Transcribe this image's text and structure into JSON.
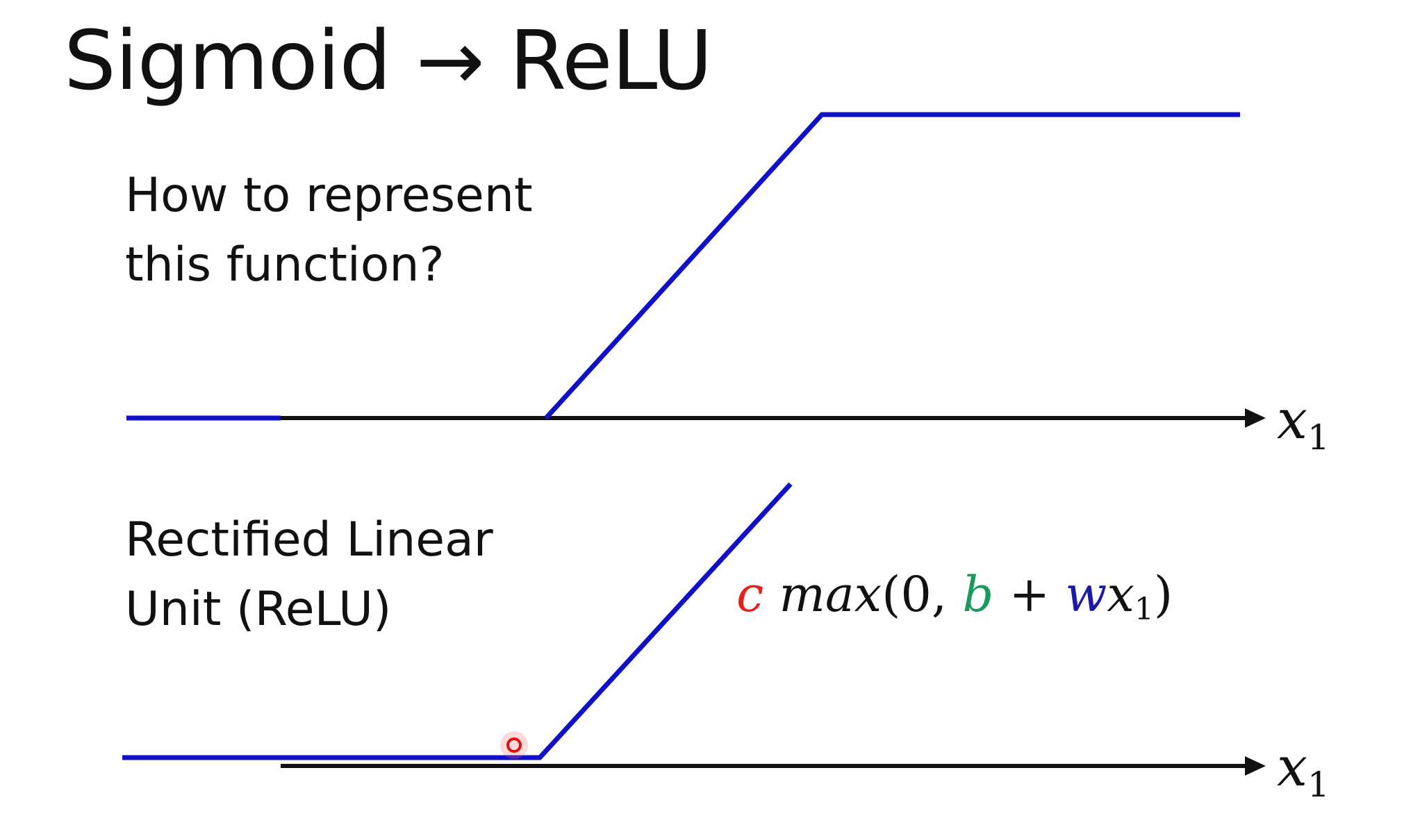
{
  "slide": {
    "title": "Sigmoid → ReLU",
    "question_line1": "How to represent",
    "question_line2": "this function?",
    "relu_line1": "Rectified Linear",
    "relu_line2": "Unit (ReLU)",
    "axis_label_base": "x",
    "axis_label_sub": "1"
  },
  "formula": {
    "c": "c",
    "max": "max",
    "open": "(0, ",
    "b": "b",
    "plus": " + ",
    "w": "w",
    "x": "x",
    "sub": "1",
    "close": ")"
  },
  "colors": {
    "curve": "#1010c8",
    "axis": "#111111",
    "c": "#e8201c",
    "b": "#1a9a5a",
    "w": "#1a1aa8",
    "cursor": "#e01010"
  }
}
